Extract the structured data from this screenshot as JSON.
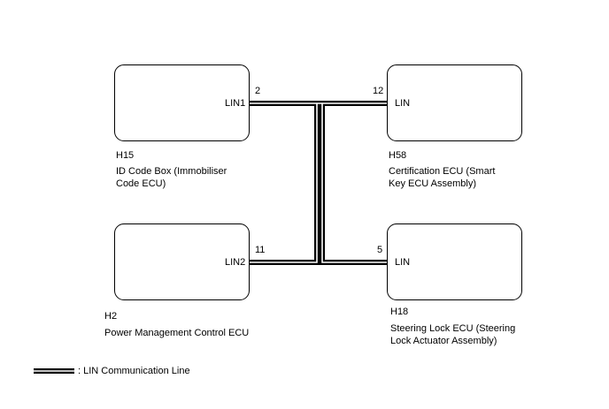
{
  "components": {
    "id_code_box": {
      "code": "H15",
      "name_lines": [
        "ID Code Box (Immobiliser",
        "Code ECU)"
      ],
      "pin_label": "LIN1",
      "pin_number": "2"
    },
    "certification_ecu": {
      "code": "H58",
      "name_lines": [
        "Certification ECU (Smart",
        "Key ECU Assembly)"
      ],
      "pin_label": "LIN",
      "pin_number": "12"
    },
    "power_management_ecu": {
      "code": "H2",
      "name_lines": [
        "Power Management Control ECU"
      ],
      "pin_label": "LIN2",
      "pin_number": "11"
    },
    "steering_lock_ecu": {
      "code": "H18",
      "name_lines": [
        "Steering Lock ECU (Steering",
        "Lock Actuator Assembly)"
      ],
      "pin_label": "LIN",
      "pin_number": "5"
    }
  },
  "legend": {
    "label": ": LIN Communication Line"
  }
}
